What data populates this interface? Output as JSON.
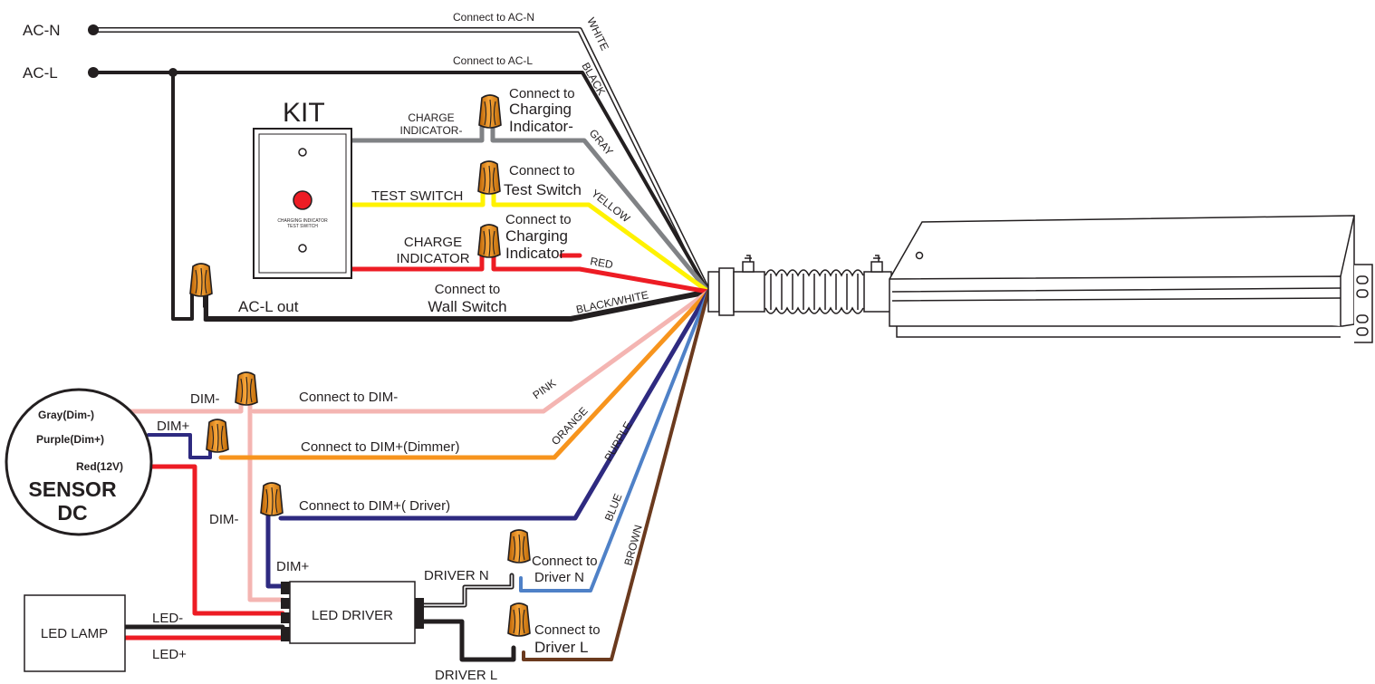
{
  "mains": {
    "ac_n": "AC-N",
    "ac_l": "AC-L",
    "connect_ac_n": "Connect to AC-N",
    "connect_ac_l": "Connect to  AC-L"
  },
  "wire_colors": {
    "white": "WHITE",
    "black": "BLACK",
    "gray": "GRAY",
    "yellow": "YELLOW",
    "red": "RED",
    "black_white": "BLACK/WHITE",
    "pink": "PINK",
    "orange": "ORANGE",
    "purple": "PURPLE",
    "blue": "BLUE",
    "brown": "BROWN"
  },
  "kit": {
    "title": "KIT",
    "plate_line1": "CHARGING INDICATOR",
    "plate_line2": "TEST SWITCH",
    "charge_indicator_neg_1": "CHARGE",
    "charge_indicator_neg_2": "INDICATOR-",
    "test_switch": "TEST SWITCH",
    "charge_indicator_1": "CHARGE",
    "charge_indicator_2": "INDICATOR"
  },
  "connections": {
    "charging_neg_1": "Connect to",
    "charging_neg_2": "Charging",
    "charging_neg_3": "Indicator-",
    "test_1": "Connect to",
    "test_2": "Test Switch",
    "charging_1": "Connect to",
    "charging_2": "Charging",
    "charging_3": "Indicator",
    "wall_1": "Connect to",
    "wall_2": "Wall Switch",
    "ac_l_out": "AC-L out",
    "dim_neg": "Connect to DIM-",
    "dim_pos_dimmer": "Connect to DIM+(Dimmer)",
    "dim_pos_driver": "Connect to DIM+( Driver)",
    "driver_n_1": "Connect to",
    "driver_n_2": "Driver N",
    "driver_l_1": "Connect to",
    "driver_l_2": "Driver L"
  },
  "sensor": {
    "gray": "Gray(Dim-)",
    "purple": "Purple(Dim+)",
    "red": "Red(12V)",
    "title_1": "SENSOR",
    "title_2": "DC",
    "dim_neg_label": "DIM-",
    "dim_pos_label": "DIM+",
    "dim_neg_vertical": "DIM-",
    "dim_pos_vertical": "DIM+"
  },
  "driver": {
    "label": "LED DRIVER",
    "driver_n": "DRIVER N",
    "driver_l": "DRIVER L"
  },
  "lamp": {
    "label": "LED LAMP",
    "led_neg": "LED-",
    "led_pos": "LED+"
  },
  "palette": {
    "white_wire": "#ffffff",
    "black": "#231f20",
    "gray": "#808285",
    "yellow": "#fff200",
    "red": "#ed1c24",
    "pink": "#f4b5b2",
    "orange": "#f7941d",
    "purple": "#2e2a80",
    "blue": "#4f81c7",
    "brown": "#6b3a1e",
    "nut": "#f7941d"
  }
}
